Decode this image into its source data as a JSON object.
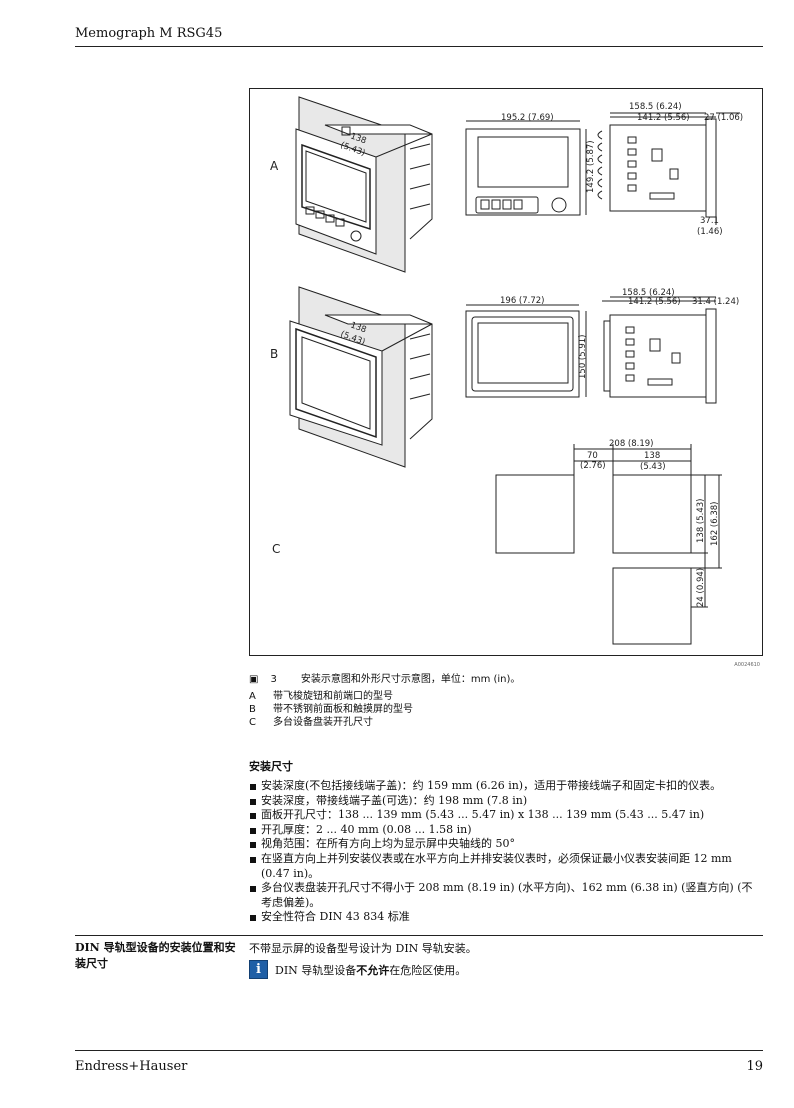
{
  "header": {
    "title": "Memograph M RSG45"
  },
  "figure": {
    "labels": {
      "a": "A",
      "b": "B",
      "c": "C"
    },
    "dims": {
      "a_width": "195.2 (7.69)",
      "a_height": "149.2 (5.87)",
      "a_depth_total": "158.5 (6.24)",
      "a_depth_body": "141.2 (5.56)",
      "a_depth_front": "27 (1.06)",
      "a_depth_bottom_1": "37.1",
      "a_depth_bottom_2": "(1.46)",
      "b_width": "196 (7.72)",
      "b_height": "150 (5.91)",
      "b_depth_total": "158.5 (6.24)",
      "b_depth_body": "141.2 (5.56)",
      "b_depth_front": "31.4 (1.24)",
      "c_pitch_h": "208 (8.19)",
      "c_gap_1": "70",
      "c_gap_2": "(2.76)",
      "c_cut_w_1": "138",
      "c_cut_w_2": "(5.43)",
      "c_cut_h": "138 (5.43)",
      "c_pitch_v": "162 (6.38)",
      "c_gap_v": "24 (0.94)",
      "panel_cut_1": "138",
      "panel_cut_2": "(5.43)"
    },
    "ref": "A0024610"
  },
  "caption": {
    "icon": "▣",
    "number": "3",
    "text": "安装示意图和外形尺寸示意图，单位：mm (in)。"
  },
  "legend": [
    {
      "key": "A",
      "text": "带飞梭旋钮和前端口的型号"
    },
    {
      "key": "B",
      "text": "带不锈钢前面板和触摸屏的型号"
    },
    {
      "key": "C",
      "text": "多台设备盘装开孔尺寸"
    }
  ],
  "section": {
    "title": "安装尺寸",
    "bullets": [
      "安装深度(不包括接线端子盖)：约 159 mm (6.26 in)，适用于带接线端子和固定卡扣的仪表。",
      "安装深度，带接线端子盖(可选)：约 198 mm (7.8 in)",
      "面板开孔尺寸：138 ... 139 mm (5.43 ... 5.47 in) x 138 ... 139 mm (5.43 ... 5.47 in)",
      "开孔厚度：2 ... 40 mm (0.08 ... 1.58 in)",
      "视角范围：在所有方向上均为显示屏中央轴线的 50°",
      "在竖直方向上并列安装仪表或在水平方向上并排安装仪表时，必须保证最小仪表安装间距 12 mm (0.47 in)。",
      "多台仪表盘装开孔尺寸不得小于 208 mm (8.19 in) (水平方向)、162 mm (6.38 in) (竖直方向) (不考虑偏差)。",
      "安全性符合 DIN 43 834 标准"
    ]
  },
  "din": {
    "title": "DIN 导轨型设备的安装位置和安装尺寸",
    "text": "不带显示屏的设备型号设计为 DIN 导轨安装。",
    "note_icon": "info-icon",
    "note_pre": "DIN 导轨型设备",
    "note_bold": "不允许",
    "note_post": "在危险区使用。"
  },
  "footer": {
    "brand": "Endress+Hauser",
    "page": "19"
  }
}
